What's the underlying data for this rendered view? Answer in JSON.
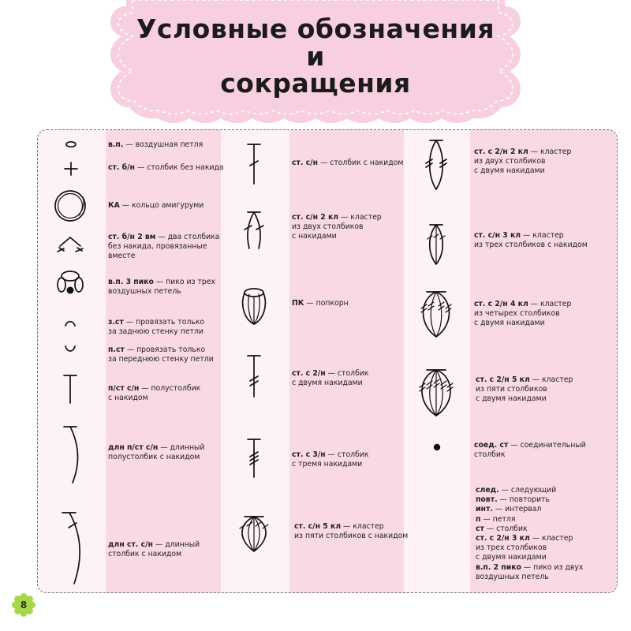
{
  "title": {
    "line1": "Условные обозначения",
    "line2": "и",
    "line3": "сокращения"
  },
  "colors": {
    "banner": "#f7cfe0",
    "banner_stitch": "#ffffff",
    "panel_bg": "#fdf3f6",
    "column_bg": "#f8d9e4",
    "page_badge": "#a8d64c"
  },
  "page_number": "8",
  "column1": [
    {
      "icon": "chain-stitch-icon",
      "abbr": "в.п.",
      "desc_lines": [
        "— воздушная петля"
      ]
    },
    {
      "icon": "single-crochet-icon",
      "abbr": "ст. б/н",
      "desc_lines": [
        "— столбик без накида"
      ]
    },
    {
      "icon": "magic-ring-icon",
      "abbr": "КА",
      "desc_lines": [
        "— кольцо амигуруми"
      ]
    },
    {
      "icon": "sc2tog-icon",
      "abbr": "ст. б/н 2 вм",
      "desc_lines": [
        "— два столбика",
        "без накида, провязанные",
        "вместе"
      ]
    },
    {
      "icon": "picot-icon",
      "abbr": "в.п. 3 пико",
      "desc_lines": [
        "— пико из трех",
        "воздушных петель"
      ]
    },
    {
      "icon": "back-loop-icon",
      "abbr": "з.ст",
      "desc_lines": [
        "— провязать только",
        "за заднюю стенку петли"
      ]
    },
    {
      "icon": "front-loop-icon",
      "abbr": "п.ст",
      "desc_lines": [
        "— провязать только",
        "за переднюю стенку петли"
      ]
    },
    {
      "icon": "half-double-crochet-icon",
      "abbr": "п/ст с/н",
      "desc_lines": [
        "— полустолбик",
        "с накидом"
      ]
    },
    {
      "icon": "long-half-double-icon",
      "abbr": "длн п/ст с/н",
      "desc_lines": [
        "— длинный",
        "полустолбик с накидом"
      ]
    },
    {
      "icon": "long-double-crochet-icon",
      "abbr": "длн ст. с/н",
      "desc_lines": [
        "— длинный",
        "столбик с накидом"
      ]
    }
  ],
  "column2": [
    {
      "icon": "double-crochet-icon",
      "abbr": "ст. с/н",
      "desc_lines": [
        "— столбик с накидом"
      ]
    },
    {
      "icon": "dc2-cluster-icon",
      "abbr": "ст. с/н 2 кл",
      "desc_lines": [
        "— кластер",
        "из двух столбиков",
        "с накидами"
      ]
    },
    {
      "icon": "popcorn-icon",
      "abbr": "ПК",
      "desc_lines": [
        "— попкорн"
      ]
    },
    {
      "icon": "treble-crochet-icon",
      "abbr": "ст. с 2/н",
      "desc_lines": [
        "— столбик",
        "с двумя накидами"
      ]
    },
    {
      "icon": "double-treble-icon",
      "abbr": "ст. с 3/н",
      "desc_lines": [
        "— столбик",
        "с тремя накидами"
      ]
    },
    {
      "icon": "dc5-cluster-icon",
      "abbr": "ст. с/н 5 кл",
      "desc_lines": [
        "— кластер",
        "из пяти столбиков с накидом"
      ]
    }
  ],
  "column3": [
    {
      "icon": "tr2-cluster-icon",
      "abbr": "ст. с 2/н 2 кл",
      "desc_lines": [
        "— кластер",
        "из двух столбиков",
        "с двумя накидами"
      ]
    },
    {
      "icon": "dc3-cluster-icon",
      "abbr": "ст. с/н 3 кл",
      "desc_lines": [
        "— кластер",
        "из трех столбиков с накидом"
      ]
    },
    {
      "icon": "tr4-cluster-icon",
      "abbr": "ст. с 2/н 4 кл",
      "desc_lines": [
        "— кластер",
        "из четырех столбиков",
        "с двумя накидами"
      ]
    },
    {
      "icon": "tr5-cluster-icon",
      "abbr": "ст. с 2/н 5 кл",
      "desc_lines": [
        "— кластер",
        "из пяти столбиков",
        "с двумя накидами"
      ]
    },
    {
      "icon": "slip-stitch-icon",
      "abbr": "соед. ст",
      "desc_lines": [
        "— соединительный",
        "столбик"
      ]
    }
  ],
  "abbreviations": [
    {
      "abbr": "след.",
      "desc": "— следующий"
    },
    {
      "abbr": "повт.",
      "desc": "— повторить"
    },
    {
      "abbr": "инт.",
      "desc": "— интервал"
    },
    {
      "abbr": "п",
      "desc": "— петля"
    },
    {
      "abbr": "ст",
      "desc": "— столбик"
    },
    {
      "abbr": "ст. с 2/н 3 кл",
      "desc": "— кластер",
      "extra": [
        "из трех столбиков",
        "с двумя накидами"
      ]
    },
    {
      "abbr": "в.п. 2 пико",
      "desc": "— пико из двух",
      "extra": [
        "воздушных петель"
      ]
    }
  ]
}
